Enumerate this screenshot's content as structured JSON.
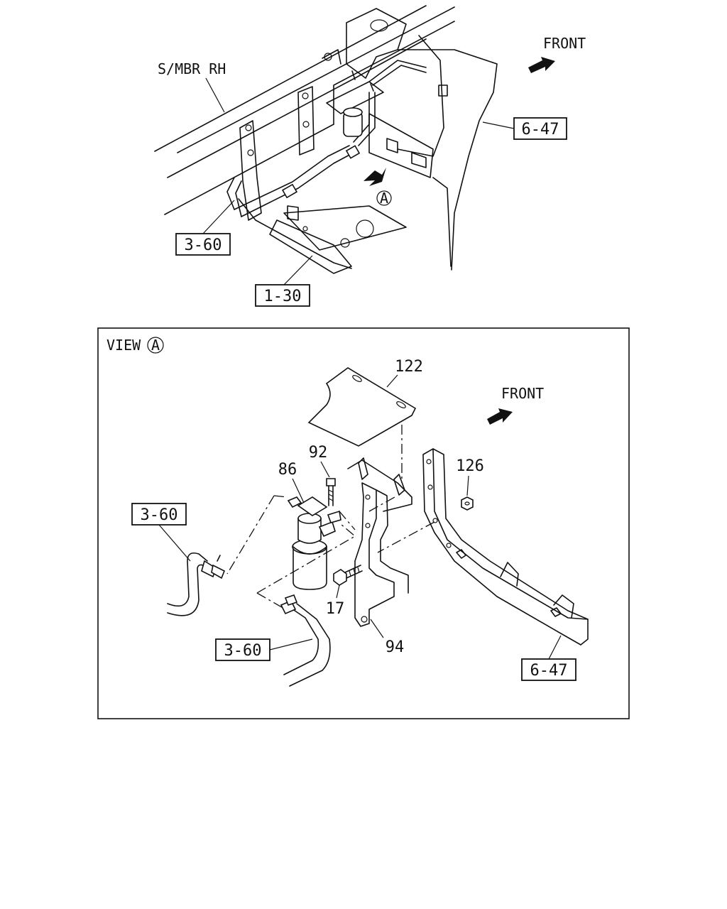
{
  "top_view": {
    "frame_label": "S/MBR RH",
    "front_label": "FRONT",
    "view_marker": "A",
    "refs": {
      "r647": "6-47",
      "r360": "3-60",
      "r130": "1-30"
    }
  },
  "detail_view": {
    "view_title": "VIEW",
    "view_marker": "A",
    "front_label": "FRONT",
    "parts": {
      "p122": "122",
      "p92": "92",
      "p86": "86",
      "p126": "126",
      "p17": "17",
      "p94": "94"
    },
    "refs": {
      "r360_upper": "3-60",
      "r360_lower": "3-60",
      "r647": "6-47"
    }
  }
}
